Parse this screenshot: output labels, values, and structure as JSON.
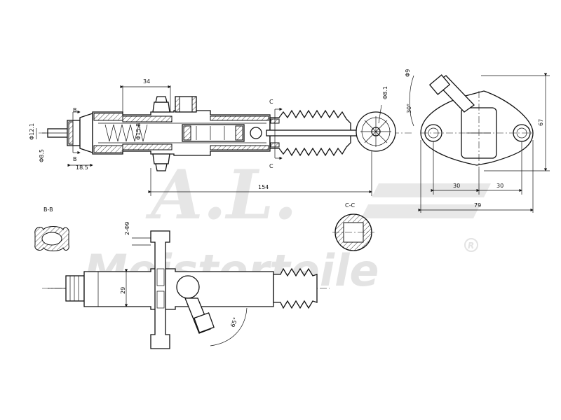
{
  "watermark": {
    "initials": "A.L.",
    "brand": "Meisterteile",
    "registered": "R"
  },
  "sections": {
    "b_b": "B-B",
    "c_c": "C-C",
    "b_mark": "B",
    "c_mark": "C"
  },
  "dimensions": {
    "d34": "34",
    "phi12_1": "Φ12.1",
    "phi8_5": "Φ8.5",
    "d18_5": "18.5",
    "phi15_8": "Φ15.8",
    "phi8_1": "Φ8.1",
    "d154": "154",
    "phi9_top": "Φ9",
    "angle30": "30°",
    "d67": "67",
    "d30_left": "30",
    "d30_right": "30",
    "d79": "79",
    "two_phi9": "2-Φ9",
    "d29": "29",
    "angle65": "65°"
  }
}
